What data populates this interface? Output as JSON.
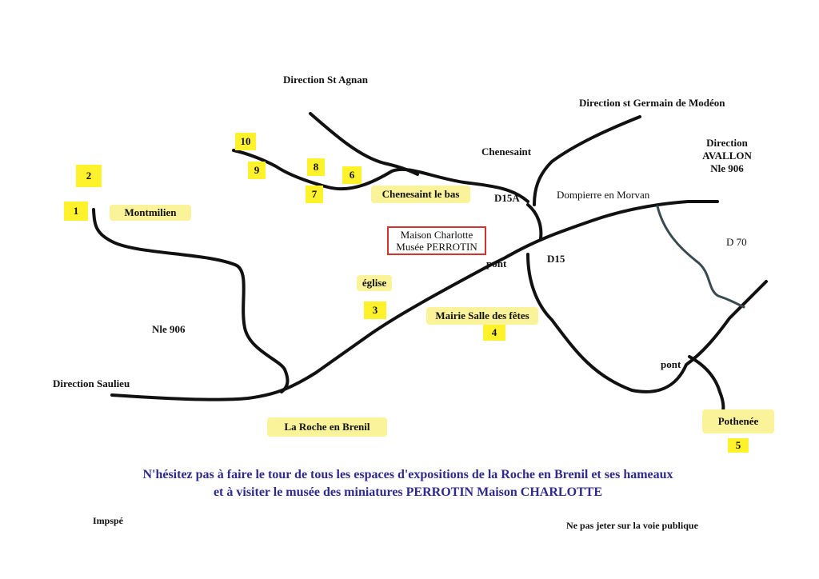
{
  "labels": {
    "st_agnan": "Direction St Agnan",
    "st_germain": "Direction st Germain de Modéon",
    "avallon": [
      "Direction",
      "AVALLON",
      "Nle 906"
    ],
    "chenesaint": "Chenesaint",
    "dompierre": "Dompierre en Morvan",
    "d15a": "D15A",
    "d15": "D15",
    "d70": "D 70",
    "pont_1": "pont",
    "pont_2": "pont",
    "nle906": "Nle 906",
    "saulieu": "Direction Saulieu"
  },
  "museum": {
    "line1": "Maison Charlotte",
    "line2": "Musée PERROTIN"
  },
  "numbers": [
    "1",
    "2",
    "3",
    "4",
    "5",
    "6",
    "7",
    "8",
    "9",
    "10"
  ],
  "places": {
    "montmilien": "Montmilien",
    "chenesaint_le_bas": "Chenesaint le bas",
    "eglise": "église",
    "mairie": "Mairie Salle des fêtes",
    "la_roche": "La Roche en Brenil",
    "pothenee": "Pothenée"
  },
  "footer": {
    "line1": "N'hésitez pas à faire le tour de tous les espaces d'expositions  de la Roche en Brenil et ses hameaux",
    "line2": "et à visiter le musée des miniatures PERROTIN Maison CHARLOTTE",
    "imprint": "Impspé",
    "notice": "Ne pas jeter sur la voie publique"
  }
}
